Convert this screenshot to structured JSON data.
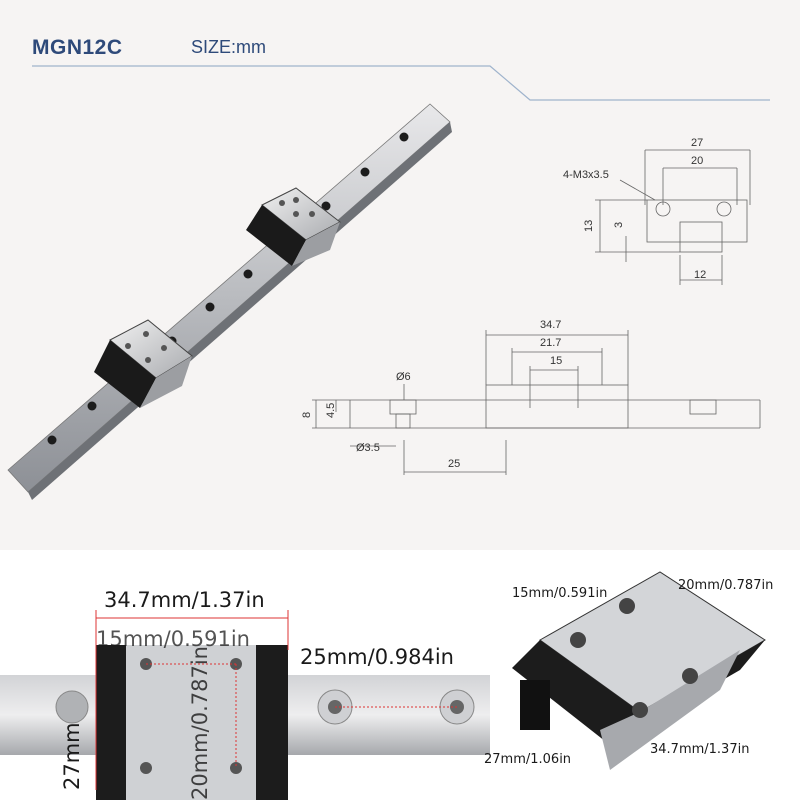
{
  "header": {
    "model": "MGN12C",
    "size_label": "SIZE:mm"
  },
  "side_view": {
    "hole_label": "4-M3x3.5",
    "width_total": "27",
    "hole_spacing": "20",
    "height_total": "13",
    "height_inner": "3",
    "rail_width": "12"
  },
  "front_view": {
    "block_length": "34.7",
    "inner_length": "21.7",
    "hole_spacing": "15",
    "counterbore": "Ø6",
    "height_total": "8",
    "height_inner": "4.5",
    "hole_diameter": "Ø3.5",
    "rail_pitch": "25"
  },
  "photo_left": {
    "length": "34.7mm/1.37in",
    "hole_spacing": "15mm/0.591in",
    "width_vertical": "20mm/0.787in",
    "height_vertical": "27mm",
    "rail_pitch": "25mm/0.984in"
  },
  "photo_right": {
    "hole_spacing": "15mm/0.591in",
    "width": "20mm/0.787in",
    "height": "27mm/1.06in",
    "length": "34.7mm/1.37in"
  }
}
